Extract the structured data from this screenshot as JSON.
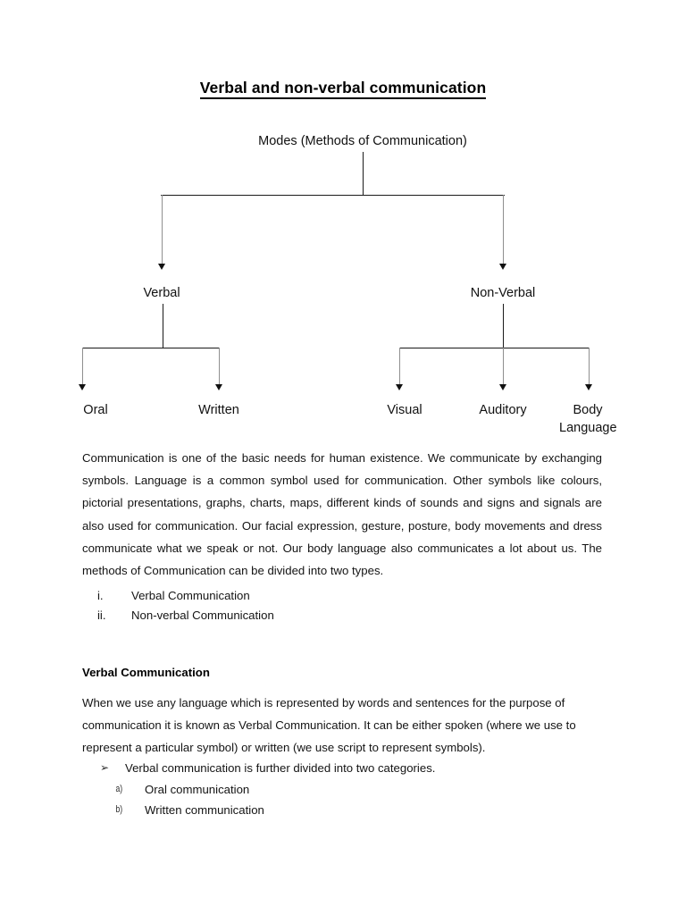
{
  "document": {
    "title": "Verbal and non-verbal communication"
  },
  "diagram": {
    "root": "Modes (Methods of Communication)",
    "level1": [
      {
        "label": "Verbal"
      },
      {
        "label": "Non-Verbal"
      }
    ],
    "level2_verbal": [
      {
        "label": "Oral"
      },
      {
        "label": "Written"
      }
    ],
    "level2_nonverbal": [
      {
        "label": "Visual"
      },
      {
        "label": "Auditory"
      },
      {
        "label": "Body Language"
      }
    ]
  },
  "body": {
    "intro_paragraph": "Communication is one of the basic needs for human existence. We communicate by exchanging symbols. Language is a common symbol used for communication. Other symbols like colours, pictorial presentations, graphs, charts, maps, different kinds of sounds and signs and signals are also used for communication. Our facial expression, gesture, posture, body movements and dress communicate what we speak or not. Our body language also communicates a lot about us. The methods of Communication can be divided into two types.",
    "roman_list": [
      {
        "marker": "i.",
        "text": "Verbal Communication"
      },
      {
        "marker": "ii.",
        "text": "Non-verbal Communication"
      }
    ],
    "verbal_heading": "Verbal Communication",
    "verbal_paragraph": "When we use any language which is represented by words and sentences for the purpose of communication it is known as Verbal Communication. It can be either spoken (where we use to represent a particular symbol) or written (we use script to represent symbols).",
    "bullet": {
      "marker": "➢",
      "text": "Verbal communication is further divided into two categories."
    },
    "sub_list": [
      {
        "marker": "a)",
        "text": "Oral communication"
      },
      {
        "marker": "b)",
        "text": "Written communication"
      }
    ]
  },
  "colors": {
    "text": "#141414",
    "line": "#1a1a1a",
    "drop_line": "#8f8f8f",
    "page_background": "#ffffff"
  }
}
